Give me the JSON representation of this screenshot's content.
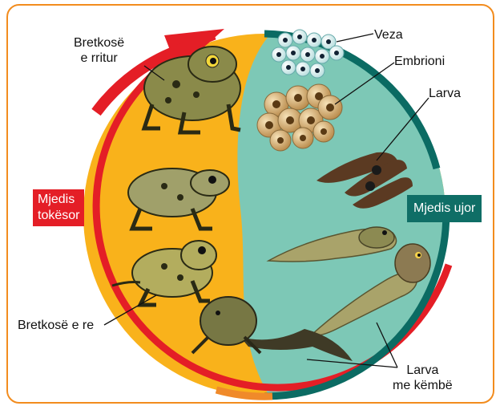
{
  "labels": {
    "adult_frog_line1": "Bretkosë",
    "adult_frog_line2": "e rritur",
    "eggs": "Veza",
    "embryo": "Embrioni",
    "larva": "Larva",
    "legged_larva_line1": "Larva",
    "legged_larva_line2": "me këmbë",
    "young_frog": "Bretkosë e re"
  },
  "badges": {
    "land_line1": "Mjedis",
    "land_line2": "tokësor",
    "water": "Mjedis ujor"
  },
  "colors": {
    "land_fill": "#f9b21b",
    "water_fill": "#7dc8b6",
    "land_ring": "#e41e26",
    "water_ring": "#0b6b63",
    "land_badge": "#e41e26",
    "water_badge": "#0f6e66",
    "frame": "#f28c1e"
  },
  "icons": [
    "cycle-arrow-icon",
    "frog-icon",
    "egg-icon",
    "tadpole-icon"
  ]
}
